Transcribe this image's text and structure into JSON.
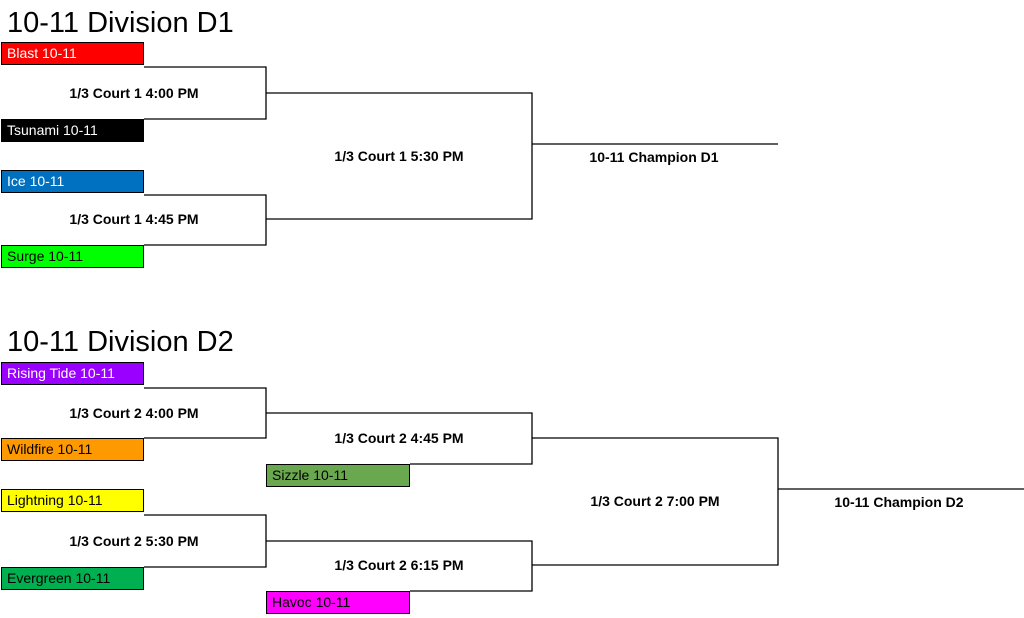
{
  "d1": {
    "title": "10-11 Division D1",
    "teams": [
      {
        "name": "Blast 10-11",
        "bg": "#ff0000",
        "fg": "#ffffff"
      },
      {
        "name": "Tsunami 10-11",
        "bg": "#000000",
        "fg": "#ffffff"
      },
      {
        "name": "Ice 10-11",
        "bg": "#0070c0",
        "fg": "#ffffff"
      },
      {
        "name": "Surge 10-11",
        "bg": "#00ff00",
        "fg": "#000000"
      }
    ],
    "games": [
      "1/3 Court 1 4:00 PM",
      "1/3 Court 1 4:45 PM",
      "1/3 Court 1 5:30 PM"
    ],
    "champion": "10-11 Champion D1"
  },
  "d2": {
    "title": "10-11 Division D2",
    "teams": [
      {
        "name": "Rising Tide 10-11",
        "bg": "#9900ff",
        "fg": "#ffffff"
      },
      {
        "name": "Wildfire 10-11",
        "bg": "#ff9900",
        "fg": "#000000"
      },
      {
        "name": "Lightning 10-11",
        "bg": "#ffff00",
        "fg": "#000000"
      },
      {
        "name": "Evergreen 10-11",
        "bg": "#00b050",
        "fg": "#000000"
      },
      {
        "name": "Sizzle 10-11",
        "bg": "#6aa84f",
        "fg": "#000000"
      },
      {
        "name": "Havoc 10-11",
        "bg": "#ff00ff",
        "fg": "#000000"
      }
    ],
    "games": [
      "1/3 Court 2 4:00 PM",
      "1/3 Court 2 5:30 PM",
      "1/3 Court 2 4:45 PM",
      "1/3 Court 2 6:15 PM",
      "1/3 Court 2 7:00 PM"
    ],
    "champion": "10-11 Champion D2"
  }
}
